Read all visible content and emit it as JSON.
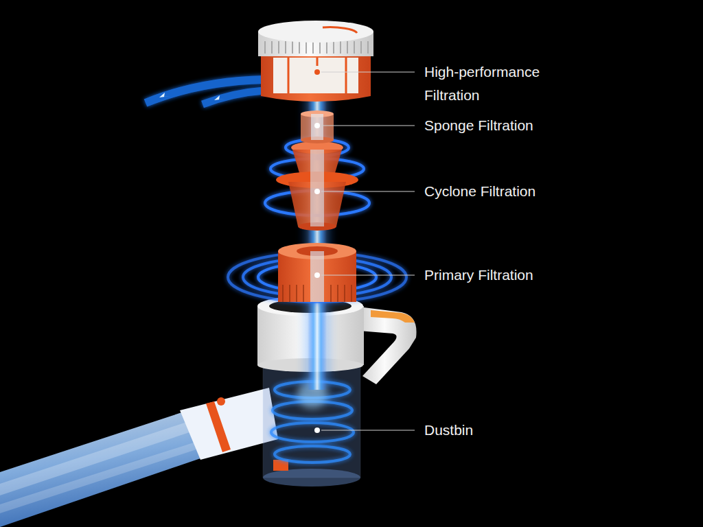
{
  "diagram": {
    "labels": [
      "High-performance Filtration",
      "Sponge Filtration",
      "Cyclone Filtration",
      "Primary Filtration",
      "Dustbin"
    ]
  }
}
